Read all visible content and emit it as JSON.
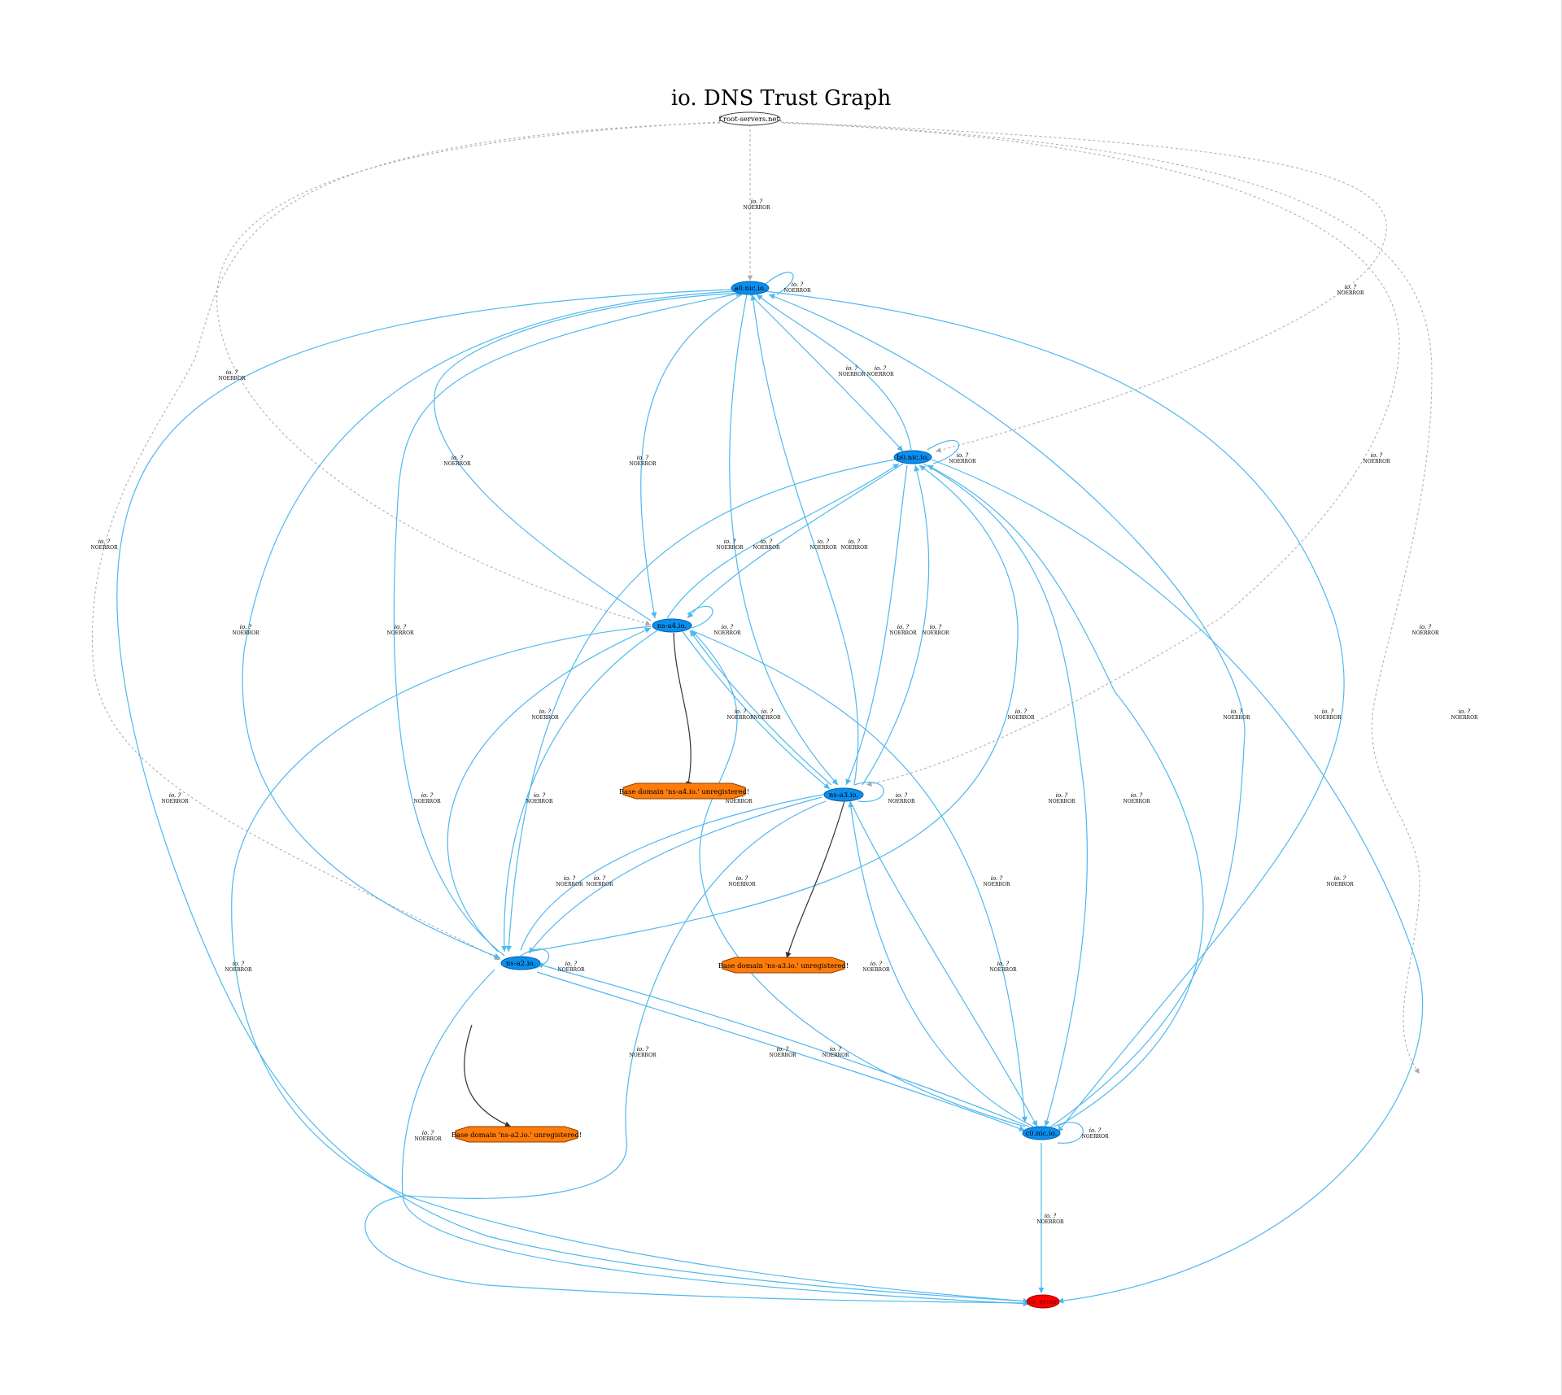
{
  "title": "io. DNS Trust Graph",
  "edge_query": "io. ?",
  "edge_status": "NOERROR",
  "colors": {
    "nameserver": "#0a8ff0",
    "unregistered": "#ff7b0a",
    "broken": "#ff0000",
    "edge_ok": "#4fb8ef",
    "edge_root": "#b0b0b0"
  },
  "nodes": {
    "root": "f.root-servers.net.",
    "a0": "a0.nic.io.",
    "b0": "b0.nic.io.",
    "a4": "ns-a4.io.",
    "a3": "ns-a3.io.",
    "a2": "ns-a2.io.",
    "c0": "c0.nic.io.",
    "u4": "Base domain 'ns-a4.io.' unregistered!",
    "u3": "Base domain 'ns-a3.io.' unregistered!",
    "u2": "Base domain 'ns-a2.io.' unregistered!",
    "x": "io. error"
  }
}
